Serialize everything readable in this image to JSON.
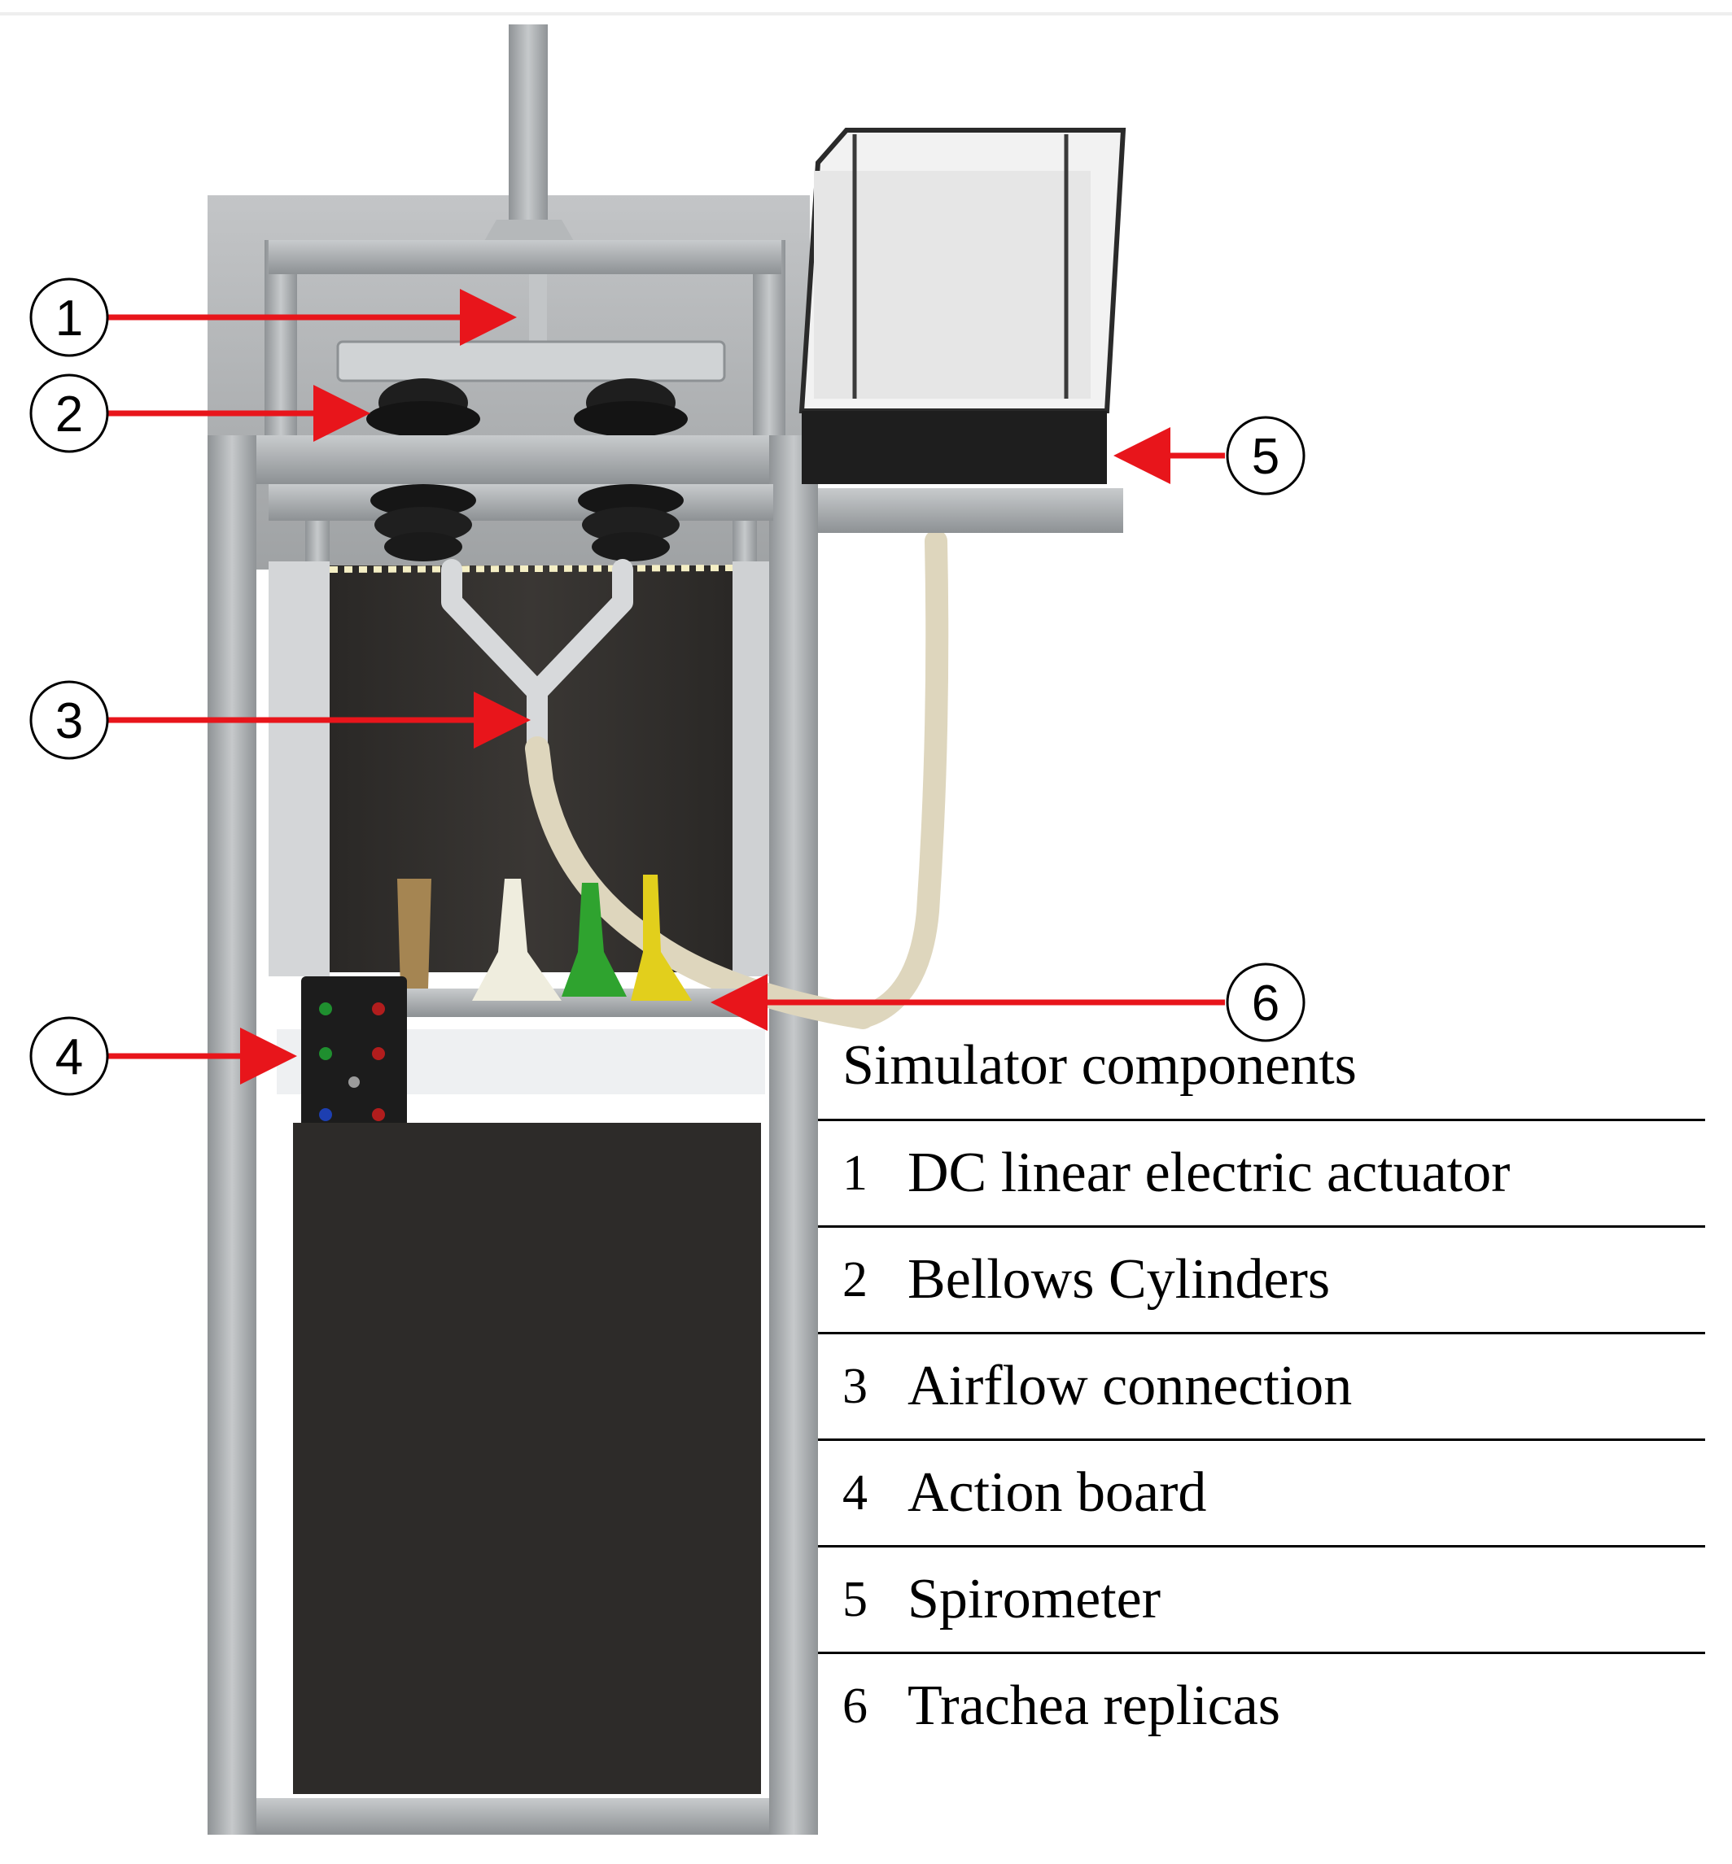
{
  "callouts": [
    {
      "num": "1",
      "label": "DC linear electric actuator"
    },
    {
      "num": "2",
      "label": "Bellows Cylinders"
    },
    {
      "num": "3",
      "label": "Airflow connection"
    },
    {
      "num": "4",
      "label": "Action board"
    },
    {
      "num": "5",
      "label": "Spirometer"
    },
    {
      "num": "6",
      "label": "Trachea replicas"
    }
  ],
  "table": {
    "title": "Simulator components"
  },
  "colors": {
    "arrow": "#e8151b",
    "frame": "#a7abad",
    "panel_dark": "#2d2b29",
    "background_wall": "#b9bbbd",
    "tube": "#ded6bd",
    "replica_brown": "#a58552",
    "replica_white": "#efedde",
    "replica_green": "#2fa32f",
    "replica_yellow": "#e2cf1c"
  }
}
